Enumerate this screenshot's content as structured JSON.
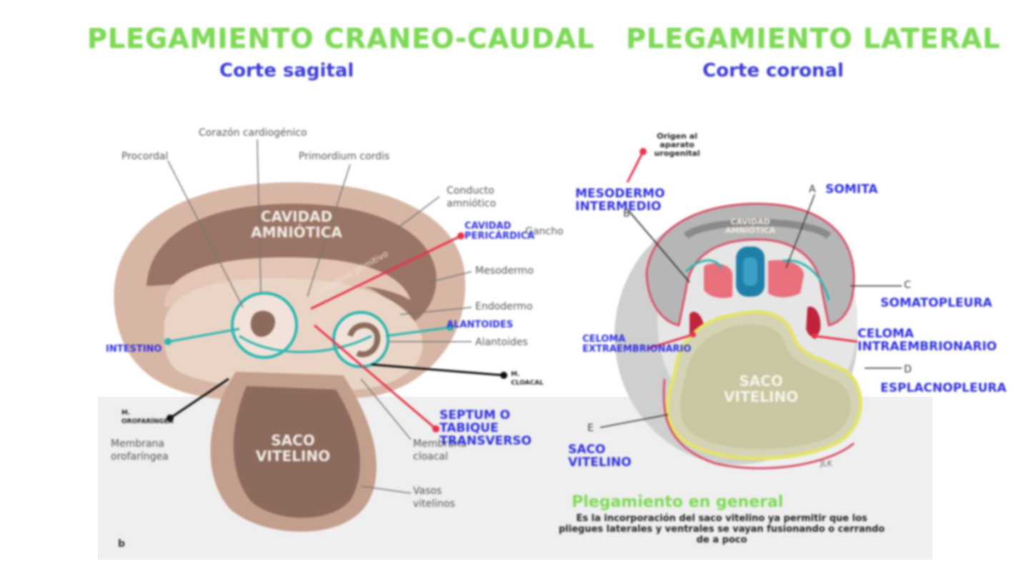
{
  "left": {
    "title": "PLEGAMIENTO CRANEO-CAUDAL",
    "subtitle": "Corte sagital",
    "labels": {
      "cavidad": "CAVIDAD AMNIÓTICA",
      "saco": "SACO VITELINO",
      "figure_letter": "b",
      "pericardio": "Corazón cardiogénico",
      "procordal": "Procordal",
      "primordio": "Primordium cordis",
      "conducto": "Conducto amniótico",
      "gancho": "Gancho",
      "mesodermo": "Mesodermo",
      "endodermo": "Endodermo",
      "alantoides": "Alantoides",
      "membrana_oro": "Membrana orofaríngea",
      "membrana_clo": "Membrana cloacal",
      "vasos": "Vasos vitelinos",
      "intestino": "intestino primitivo",
      "blue_cavidad_pericardica": "CAVIDAD PERICÁRDICA",
      "blue_intestino": "INTESTINO",
      "blue_alantoides": "ALANTOIDES",
      "blue_septum": "SEPTUM O TABIQUE TRANSVERSO",
      "black_membrana_oro": "M. OROFARÍNGEA",
      "black_membrana_clo": "M. CLOACAL"
    }
  },
  "right": {
    "title": "PLEGAMIENTO LATERAL",
    "subtitle": "Corte coronal",
    "labels": {
      "origen": "Origen al aparato urogenital",
      "mesodermo_int": "MESODERMO INTERMEDIO",
      "somita": "SOMITA",
      "somatopleura": "SOMATOPLEURA",
      "celoma_intra": "CELOMA INTRAEMBRIONARIO",
      "celoma_extra": "CELOMA EXTRAEMBRIONARIO",
      "esplacnopleura": "ESPLACNOPLEURA",
      "saco_vitelino": "SACO VITELINO",
      "saco_inner": "SACO VITELINO",
      "cavidad_inner": "CAVIDAD AMNIÓTICA",
      "letter_a": "A",
      "letter_b": "B",
      "letter_c": "C",
      "letter_d": "D",
      "letter_e": "E",
      "credit": "JLK"
    }
  },
  "general": {
    "title": "Plegamiento en general",
    "text": "Es la incorporación del saco vitelino ya permitir que los pliegues laterales y ventrales se vayan fusionando o cerrando de a poco"
  },
  "colors": {
    "title_green": "#7ed957",
    "subtitle_blue": "#3b3bd8",
    "label_blue": "#2f2fe0",
    "red_line": "#e8334a",
    "cyan_line": "#2bb5b0"
  }
}
